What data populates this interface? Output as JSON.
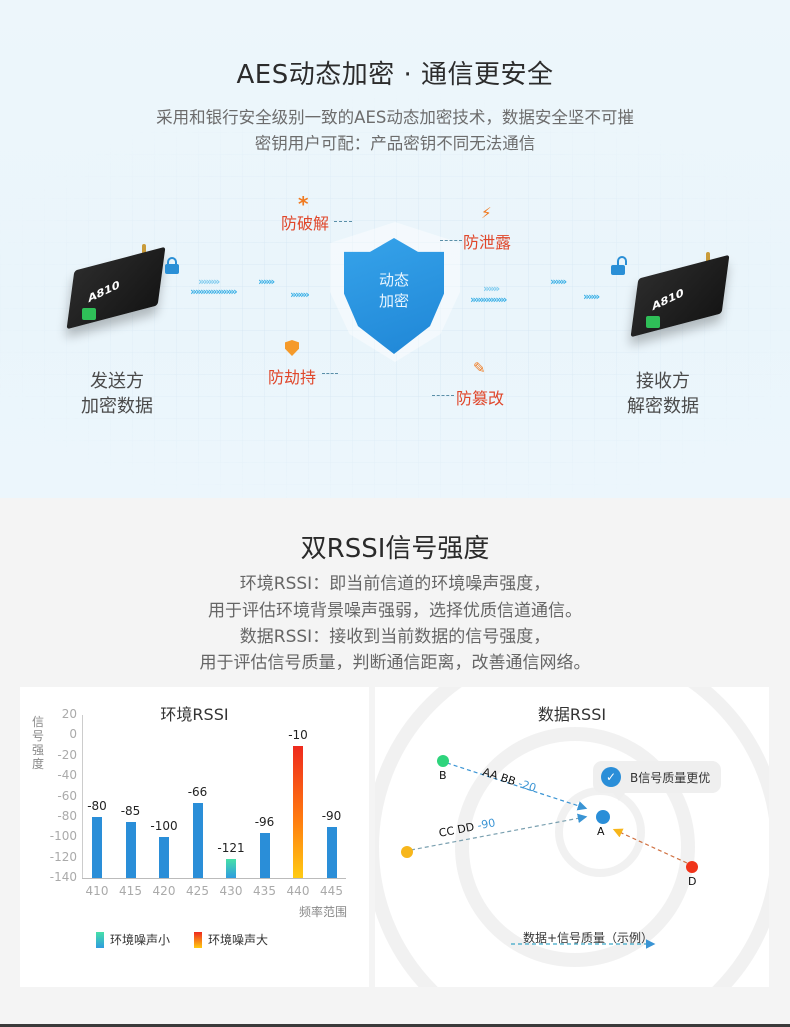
{
  "aes_section": {
    "title": "AES动态加密 · 通信更安全",
    "subtitle_lines": [
      "采用和银行安全级别一致的AES动态加密技术，数据安全坚不可摧",
      "密钥用户可配：产品密钥不同无法通信"
    ],
    "shield": {
      "line1": "动态",
      "line2": "加密",
      "color": "#2a8fd6"
    },
    "threats": [
      {
        "label": "防破解",
        "icon": "asterisk-icon"
      },
      {
        "label": "防泄露",
        "icon": "lightning-icon"
      },
      {
        "label": "防劫持",
        "icon": "shield-check-icon"
      },
      {
        "label": "防篡改",
        "icon": "pencil-x-icon"
      }
    ],
    "threat_color": "#e0472b",
    "sender": {
      "device_model": "A810",
      "label_line1": "发送方",
      "label_line2": "加密数据",
      "lock_state": "locked"
    },
    "receiver": {
      "device_model": "A810",
      "label_line1": "接收方",
      "label_line2": "解密数据",
      "lock_state": "unlocked"
    }
  },
  "rssi_section": {
    "title": "双RSSI信号强度",
    "description_lines": [
      "环境RSSI：即当前信道的环境噪声强度，",
      "用于评估环境背景噪声强弱，选择优质信道通信。",
      "数据RSSI：接收到当前数据的信号强度，",
      "用于评估信号质量，判断通信距离，改善通信网络。"
    ]
  },
  "env_rssi_card": {
    "title": "环境RSSI",
    "ylabel": "信号强度",
    "xlabel": "频率范围",
    "legend": [
      {
        "label": "环境噪声小",
        "colors": [
          "#46e0a8",
          "#2f9cdf"
        ]
      },
      {
        "label": "环境噪声大",
        "colors": [
          "#ee2a1e",
          "#ffcb12"
        ]
      }
    ]
  },
  "data_rssi_card": {
    "title": "数据RSSI",
    "nodes": [
      {
        "id": "A",
        "color": "#2a8ed8"
      },
      {
        "id": "B",
        "color": "#2ed47c"
      },
      {
        "id": "",
        "color": "#f7b61b"
      },
      {
        "id": "D",
        "color": "#f0341a"
      }
    ],
    "links": [
      {
        "from": "B",
        "to": "A",
        "text": "AA BB",
        "value": "-20"
      },
      {
        "from": "C",
        "to": "A",
        "text": "CC DD",
        "value": "-90"
      },
      {
        "from": "D",
        "to": "A",
        "text": "",
        "value": ""
      }
    ],
    "tooltip": "B信号质量更优",
    "legend_note": "数据+信号质量（示例）"
  },
  "chart_data": {
    "type": "bar",
    "title": "环境RSSI",
    "xlabel": "频率范围",
    "ylabel": "信号强度",
    "categories": [
      "410",
      "415",
      "420",
      "425",
      "430",
      "435",
      "440",
      "445"
    ],
    "values": [
      -80,
      -85,
      -100,
      -66,
      -121,
      -96,
      -10,
      -90
    ],
    "ylim": [
      -140,
      20
    ],
    "yticks": [
      20,
      0,
      -20,
      -40,
      -60,
      -80,
      -100,
      -120,
      -140
    ],
    "highlight": {
      "430": "环境噪声小",
      "440": "环境噪声大"
    },
    "grid": false,
    "legend_position": "bottom"
  }
}
